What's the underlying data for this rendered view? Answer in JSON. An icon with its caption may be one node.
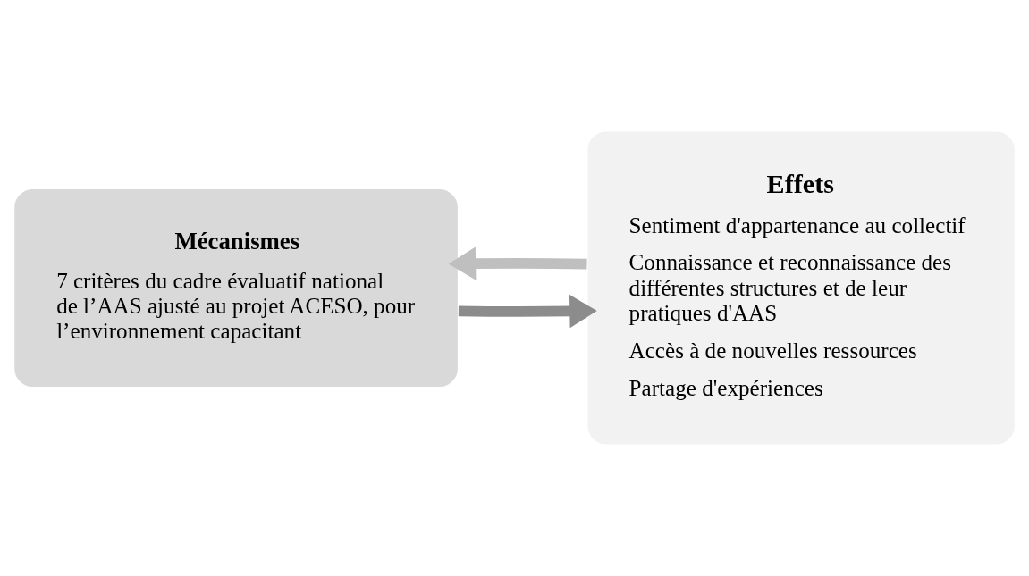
{
  "diagram": {
    "nodes": [
      {
        "text": [
          "Mécanismes",
          "7 critères du cadre évaluatif national de l’AAS ajusté au projet ACESO, pour l’environnement capacitant"
        ]
      },
      {
        "text": [
          "Effets",
          "Sentiment d'appartenance au collectif",
          "Connaissance et reconnaissance des différentes structures et de leur pratiques d'AAS",
          "Accès à de nouvelles ressources",
          "Partage d'expériences"
        ]
      }
    ],
    "edges": [
      {
        "from": 0,
        "to": 1,
        "arrow": "to",
        "color": "#8c8c8c"
      },
      {
        "from": 1,
        "to": 0,
        "arrow": "to",
        "color": "#bfbfbf"
      }
    ]
  }
}
